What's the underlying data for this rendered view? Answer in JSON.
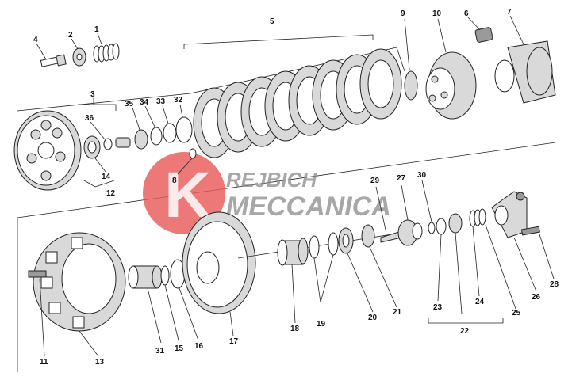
{
  "watermark": {
    "brand_letter": "K",
    "line1": "REJBICH",
    "line2": "MECCANICA",
    "brand_color": "#e85a5a",
    "text_color": "#8a8a8a"
  },
  "labels": {
    "l1": "1",
    "l2": "2",
    "l3": "3",
    "l4": "4",
    "l5": "5",
    "l6": "6",
    "l7": "7",
    "l8": "8",
    "l9": "9",
    "l10": "10",
    "l11": "11",
    "l12": "12",
    "l13": "13",
    "l14": "14",
    "l15": "15",
    "l16": "16",
    "l17": "17",
    "l18": "18",
    "l19": "19",
    "l20": "20",
    "l21": "21",
    "l22": "22",
    "l23": "23",
    "l24": "24",
    "l25": "25",
    "l26": "26",
    "l27": "27",
    "l28": "28",
    "l29": "29",
    "l30": "30",
    "l31": "31",
    "l32": "32",
    "l33": "33",
    "l34": "34",
    "l35": "35",
    "l36": "36"
  }
}
